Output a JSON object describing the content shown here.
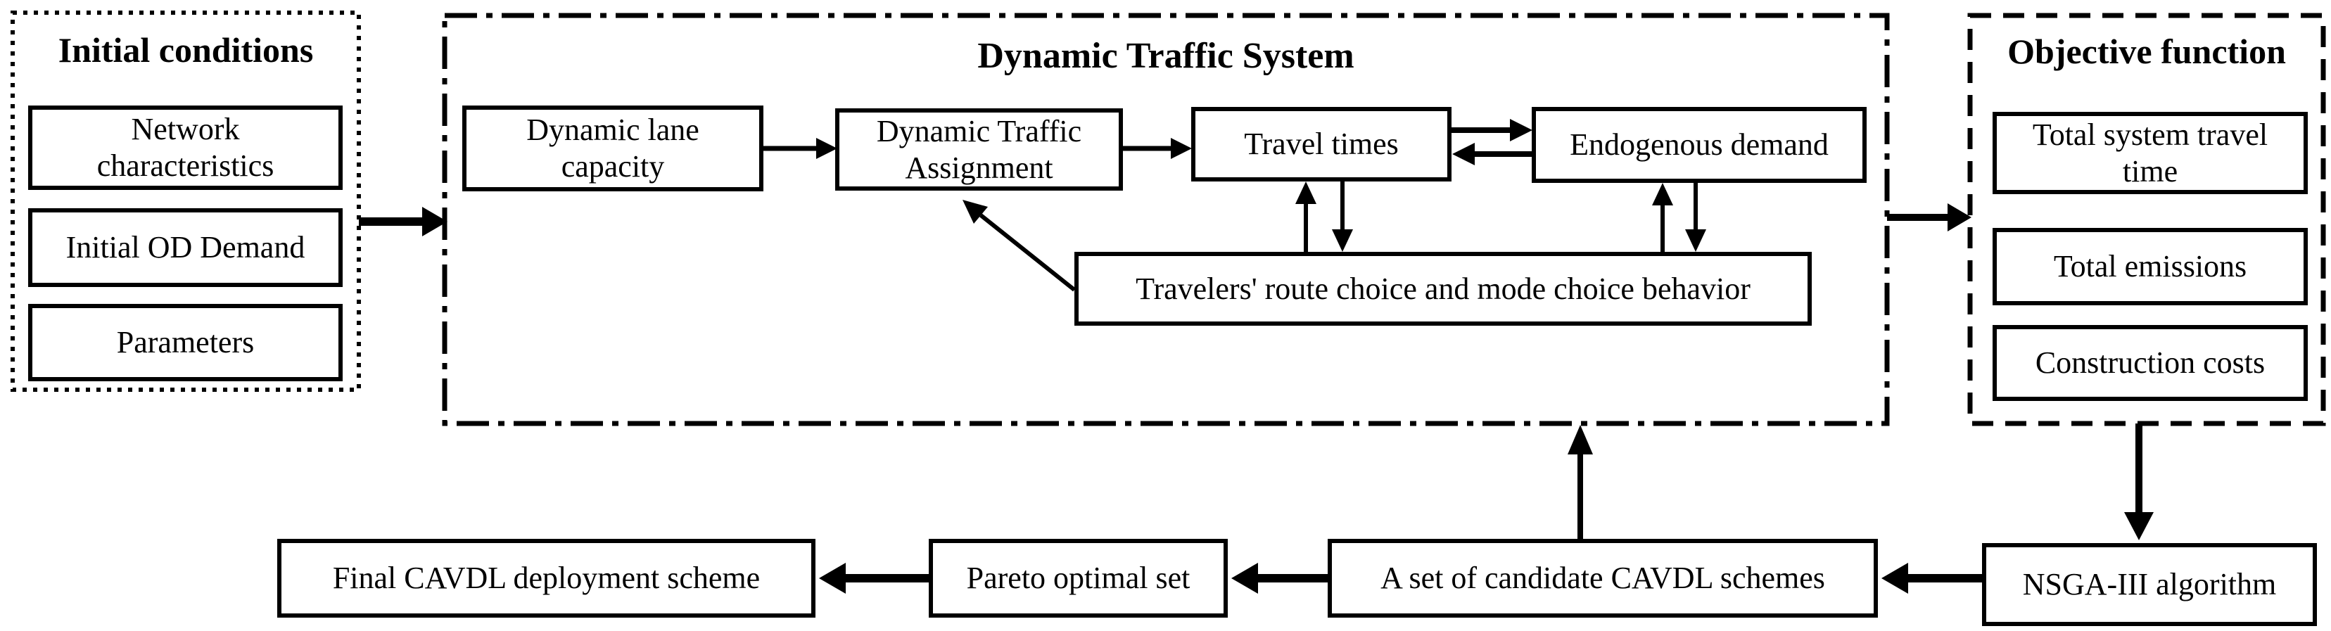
{
  "figure": {
    "background": "#ffffff",
    "ink": "#000000"
  },
  "initial_conditions": {
    "title": "Initial conditions",
    "network_characteristics": "Network\ncharacteristics",
    "initial_od_demand": "Initial OD Demand",
    "parameters": "Parameters"
  },
  "dynamic_traffic_system": {
    "title": "Dynamic Traffic System",
    "dynamic_lane_capacity": "Dynamic lane\ncapacity",
    "dynamic_traffic_assignment": "Dynamic Traffic\nAssignment",
    "travel_times": "Travel times",
    "endogenous_demand": "Endogenous demand",
    "travelers_behavior": "Travelers' route choice and mode choice behavior"
  },
  "objective_function": {
    "title": "Objective function",
    "total_system_travel_time": "Total system travel\ntime",
    "total_emissions": "Total emissions",
    "construction_costs": "Construction costs"
  },
  "optimization": {
    "nsga_algorithm": "NSGA-III algorithm",
    "candidate_schemes": "A set of candidate CAVDL schemes",
    "pareto_optimal_set": "Pareto optimal set",
    "final_scheme": "Final CAVDL deployment scheme"
  }
}
